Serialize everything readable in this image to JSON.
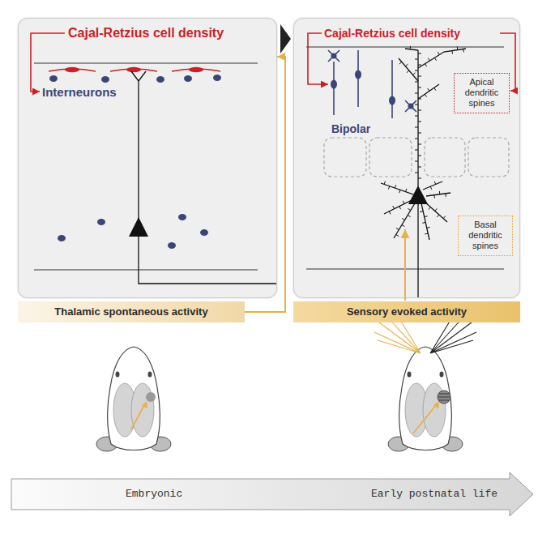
{
  "diagram": {
    "nodes": [
      {
        "text": [
          "Cajal-Retzius cell density",
          "Interneurons"
        ]
      },
      {
        "text": [
          "Cajal-Retzius cell density",
          "Bipolar"
        ]
      },
      {
        "text": [
          "Apical dendritic spines"
        ],
        "in": 1
      },
      {
        "text": [
          "Basal dendritic spines"
        ],
        "in": 1
      },
      {
        "text": [
          "Thalamic spontaneous activity"
        ]
      },
      {
        "text": [
          "Sensory evoked activity"
        ]
      },
      {
        "text": [
          "Embryonic",
          "Early postnatal life"
        ]
      }
    ],
    "edges": [
      {
        "from": 4,
        "to": 0,
        "arrow": "to"
      }
    ]
  }
}
